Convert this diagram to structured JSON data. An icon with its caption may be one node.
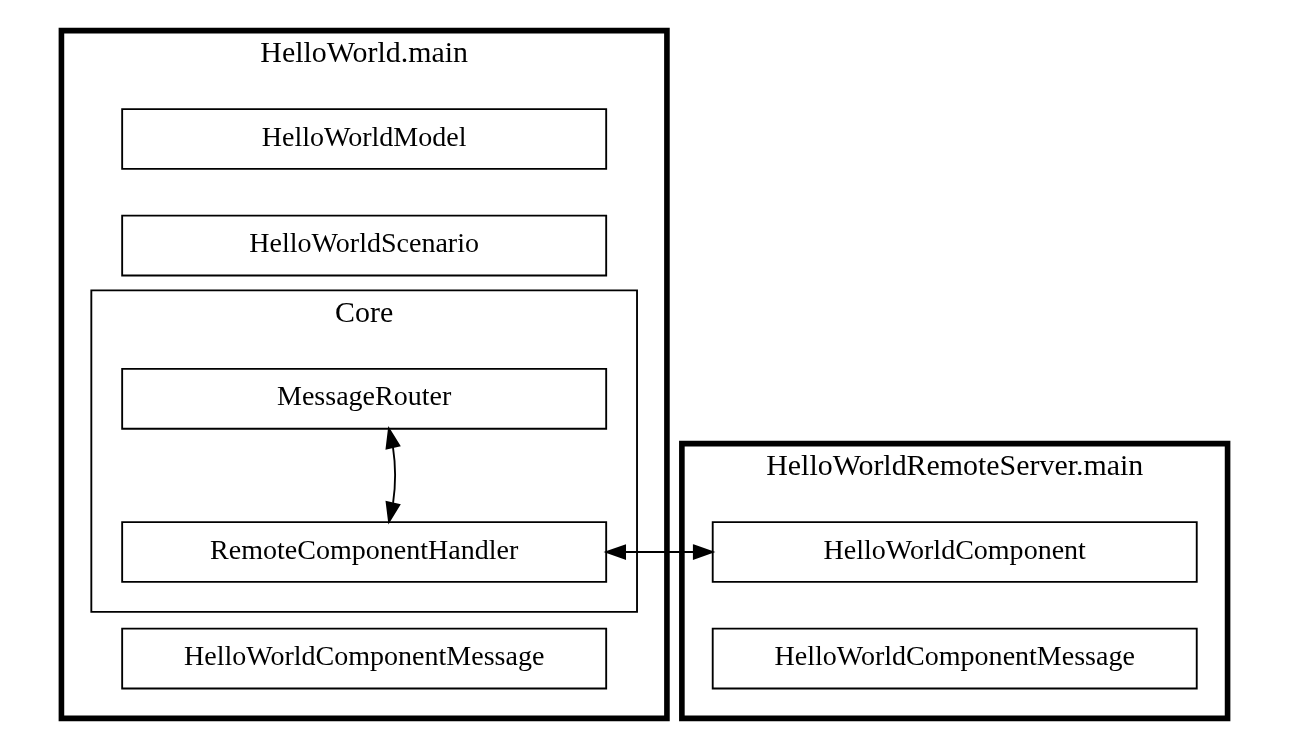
{
  "diagram": {
    "nodes": [
      {
        "text": [
          "HelloWorld.main"
        ]
      },
      {
        "text": [
          "HelloWorldModel"
        ],
        "in": 0
      },
      {
        "text": [
          "HelloWorldScenario"
        ],
        "in": 0
      },
      {
        "text": [
          "Core"
        ],
        "in": 0
      },
      {
        "text": [
          "MessageRouter"
        ],
        "in": 3
      },
      {
        "text": [
          "RemoteComponentHandler"
        ],
        "in": 3
      },
      {
        "text": [
          "HelloWorldComponentMessage"
        ],
        "in": 0
      },
      {
        "text": [
          "HelloWorldRemoteServer.main"
        ]
      },
      {
        "text": [
          "HelloWorldComponent"
        ],
        "in": 7
      },
      {
        "text": [
          "HelloWorldComponentMessage"
        ],
        "in": 7
      }
    ],
    "edges": [
      {
        "from": 4,
        "to": 5,
        "arrow": "both"
      },
      {
        "from": 5,
        "to": 8,
        "arrow": "both"
      }
    ]
  }
}
